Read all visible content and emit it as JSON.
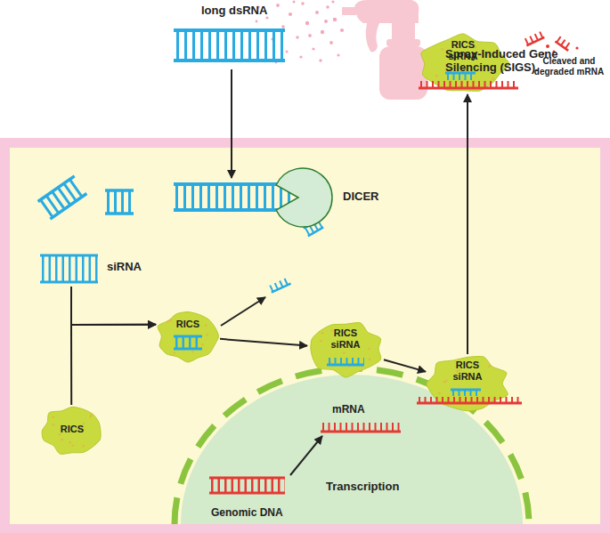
{
  "diagram": {
    "nodes": [
      {
        "text": [
          "RICS siRNA"
        ]
      },
      {
        "text": [
          "DICER"
        ]
      },
      {
        "text": [
          "siRNA"
        ]
      },
      {
        "text": [
          "RICS"
        ]
      },
      {
        "text": [
          "RICS siRNA"
        ]
      },
      {
        "text": [
          "RICS siRNA"
        ]
      },
      {
        "text": [
          "mRNA"
        ]
      },
      {
        "text": [
          "RICS"
        ]
      },
      {
        "text": [
          "Genomic DNA"
        ]
      }
    ],
    "edges": [
      {
        "from": 2,
        "to": 3,
        "arrow": "to"
      },
      {
        "from": 7,
        "to": 3,
        "arrow": "to"
      },
      {
        "from": 3,
        "to": 4,
        "arrow": "to"
      },
      {
        "from": 4,
        "to": 5,
        "arrow": "to"
      },
      {
        "from": 5,
        "to": 0,
        "arrow": "to"
      },
      {
        "from": 8,
        "to": 6,
        "label": "Transcription",
        "arrow": "to"
      }
    ],
    "labels": [
      "long dsRNA",
      "Spray-Induced Gene Silencing (SIGS).",
      "Cleaved and degraded mRNA"
    ]
  }
}
